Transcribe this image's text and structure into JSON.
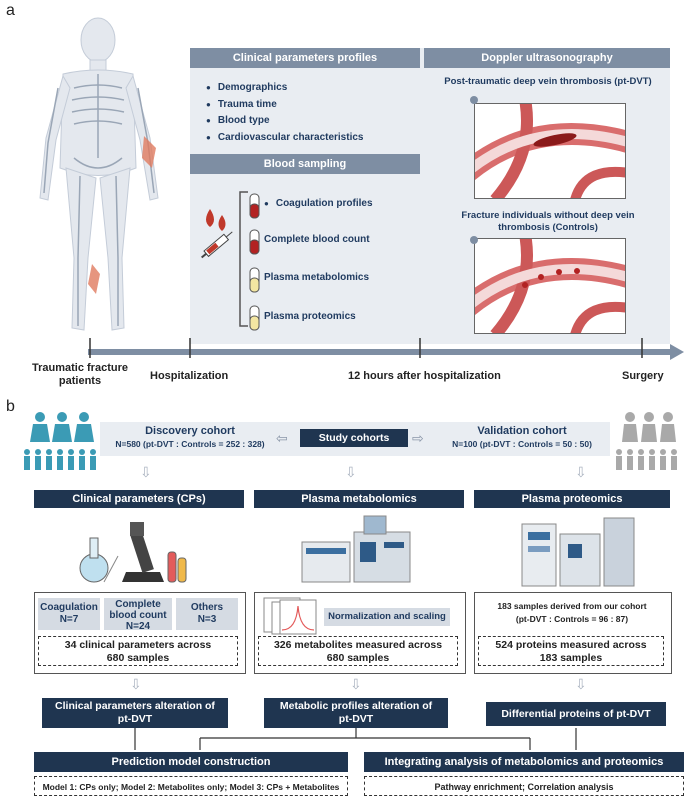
{
  "panel_a": {
    "letter": "a",
    "clinical_header": "Clinical parameters profiles",
    "clinical_items": [
      "Demographics",
      "Trauma time",
      "Blood type",
      "Cardiovascular characteristics"
    ],
    "blood_header": "Blood sampling",
    "blood_items": [
      "Coagulation profiles",
      "Complete blood count",
      "Plasma metabolomics",
      "Plasma proteomics"
    ],
    "doppler_header": "Doppler ultrasonography",
    "dvt_label": "Post-traumatic deep vein thrombosis (pt-DVT)",
    "controls_label": "Fracture individuals without deep vein thrombosis (Controls)",
    "timeline": [
      "Traumatic fracture patients",
      "Hospitalization",
      "12 hours after hospitalization",
      "Surgery"
    ]
  },
  "panel_b": {
    "letter": "b",
    "discovery_title": "Discovery cohort",
    "discovery_sub": "N=580 (pt-DVT : Controls = 252 : 328)",
    "study_cohorts": "Study cohorts",
    "validation_title": "Validation cohort",
    "validation_sub": "N=100 (pt-DVT : Controls = 50 : 50)",
    "col1_header": "Clinical parameters (CPs)",
    "col2_header": "Plasma metabolomics",
    "col3_header": "Plasma proteomics",
    "cp_boxes": [
      {
        "name": "Coagulation",
        "n": "N=7"
      },
      {
        "name": "Complete blood count",
        "n": "N=24"
      },
      {
        "name": "Others",
        "n": "N=3"
      }
    ],
    "cp_summary_1": "34 clinical parameters across",
    "cp_summary_2": "680 samples",
    "norm_label": "Normalization and scaling",
    "met_summary_1": "326 metabolites measured across",
    "met_summary_2": "680 samples",
    "prot_note_1": "183 samples derived from our cohort",
    "prot_note_2": "(pt-DVT : Controls = 96 : 87)",
    "prot_summary_1": "524 proteins measured across",
    "prot_summary_2": "183 samples",
    "result1_1": "Clinical parameters alteration of",
    "result1_2": "pt-DVT",
    "result2_1": "Metabolic profiles alteration of",
    "result2_2": "pt-DVT",
    "result3": "Differential proteins of pt-DVT",
    "pred_header": "Prediction model construction",
    "integ_header": "Integrating analysis of metabolomics and proteomics",
    "model_text": "Model 1: CPs only; Model 2: Metabolites only; Model 3: CPs + Metabolites",
    "pathway_text": "Pathway enrichment; Correlation analysis"
  },
  "colors": {
    "navy": "#1f3550",
    "header_grey": "#7e8ea3",
    "box_grey": "#e9edf2",
    "vessel_red": "#c94a4a",
    "person_blue": "#3b9bb5"
  }
}
